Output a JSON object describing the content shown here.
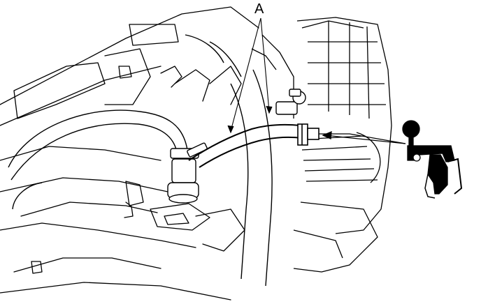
{
  "figure": {
    "callout_label": "A"
  },
  "parts": [
    {
      "name": "engine-block"
    },
    {
      "name": "hose"
    },
    {
      "name": "hose-clamp"
    },
    {
      "name": "vacuum-line"
    },
    {
      "name": "vacuum-tee"
    },
    {
      "name": "vacuum-pump-gauge"
    }
  ]
}
